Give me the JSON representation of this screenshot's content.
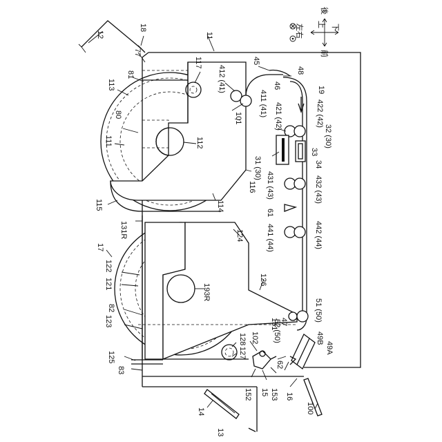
{
  "labels": {
    "l12": "12",
    "l18": "18",
    "l11": "11",
    "l77": "77",
    "l81": "81",
    "l117": "117",
    "l412": "412 (41)",
    "l45": "45",
    "l46": "46",
    "l48": "48",
    "l19": "19",
    "l113": "113",
    "l411": "411 (41)",
    "l422": "422 (42)",
    "l80": "80",
    "l421": "421 (42)",
    "l32": "32 (30)",
    "l111": "111",
    "l112": "112",
    "l101": "101",
    "l33": "33",
    "l31": "31 (30)",
    "l34": "34",
    "l116": "116",
    "l431": "431 (43)",
    "l432": "432 (43)",
    "l114": "114",
    "l115": "115",
    "l61": "61",
    "l131R": "131R",
    "l124": "124",
    "l17": "17",
    "l441": "441 (44)",
    "l442": "442 (44)",
    "l122": "122",
    "l121": "121",
    "l193R": "193R",
    "l126": "126",
    "l82": "82",
    "l123": "123",
    "l51": "51 (50)",
    "l47": "47",
    "l151": "151",
    "l52": "52 (50)",
    "l102": "102",
    "l128": "128",
    "l49B": "49B",
    "l49A": "49A",
    "l127": "127",
    "l125": "125",
    "l83": "83",
    "l62": "62",
    "l152": "152",
    "l15": "15",
    "l153": "153",
    "l16": "16",
    "l14": "14",
    "l100": "100",
    "l13": "13"
  },
  "orientation": {
    "left_right": "左右",
    "up": "上",
    "down": "下",
    "back": "後",
    "front": "前"
  }
}
